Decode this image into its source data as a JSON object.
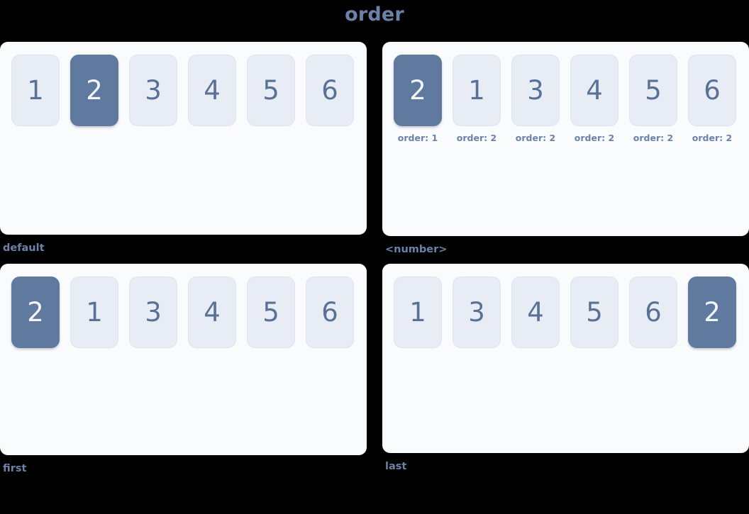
{
  "title": "order",
  "colors": {
    "background": "#000000",
    "panel_bg": "#fafbfd",
    "item_bg": "#e7ecf5",
    "item_active_bg": "#5f7a9e",
    "text_accent": "#6b82a8",
    "item_text": "#5a7196",
    "item_active_text": "#f2f6fb"
  },
  "panels": [
    {
      "label": "default",
      "items": [
        {
          "value": "1",
          "active": false,
          "sub": ""
        },
        {
          "value": "2",
          "active": true,
          "sub": ""
        },
        {
          "value": "3",
          "active": false,
          "sub": ""
        },
        {
          "value": "4",
          "active": false,
          "sub": ""
        },
        {
          "value": "5",
          "active": false,
          "sub": ""
        },
        {
          "value": "6",
          "active": false,
          "sub": ""
        }
      ]
    },
    {
      "label": "<number>",
      "items": [
        {
          "value": "2",
          "active": true,
          "sub": "order: 1"
        },
        {
          "value": "1",
          "active": false,
          "sub": "order: 2"
        },
        {
          "value": "3",
          "active": false,
          "sub": "order: 2"
        },
        {
          "value": "4",
          "active": false,
          "sub": "order: 2"
        },
        {
          "value": "5",
          "active": false,
          "sub": "order: 2"
        },
        {
          "value": "6",
          "active": false,
          "sub": "order: 2"
        }
      ]
    },
    {
      "label": "first",
      "items": [
        {
          "value": "2",
          "active": true,
          "sub": ""
        },
        {
          "value": "1",
          "active": false,
          "sub": ""
        },
        {
          "value": "3",
          "active": false,
          "sub": ""
        },
        {
          "value": "4",
          "active": false,
          "sub": ""
        },
        {
          "value": "5",
          "active": false,
          "sub": ""
        },
        {
          "value": "6",
          "active": false,
          "sub": ""
        }
      ]
    },
    {
      "label": "last",
      "items": [
        {
          "value": "1",
          "active": false,
          "sub": ""
        },
        {
          "value": "3",
          "active": false,
          "sub": ""
        },
        {
          "value": "4",
          "active": false,
          "sub": ""
        },
        {
          "value": "5",
          "active": false,
          "sub": ""
        },
        {
          "value": "6",
          "active": false,
          "sub": ""
        },
        {
          "value": "2",
          "active": true,
          "sub": ""
        }
      ]
    }
  ]
}
